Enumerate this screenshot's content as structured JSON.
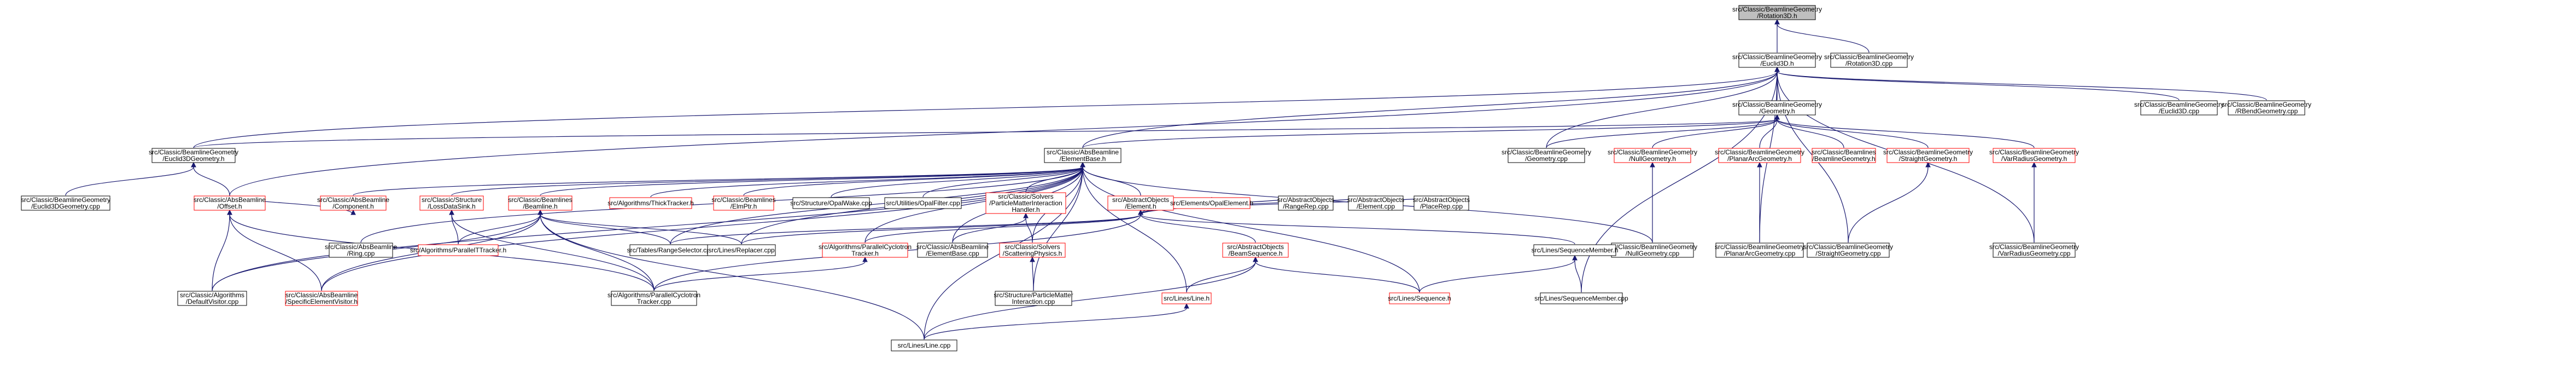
{
  "colors": {
    "edge": "#191970",
    "node_border": "#000000",
    "truncated_border": "#ff0000",
    "root_fill": "#bfbfbf"
  },
  "nodes": [
    {
      "id": "rotation",
      "lines": [
        "src/Classic/BeamlineGeometry",
        "/Rotation3D.h"
      ],
      "style": "root"
    },
    {
      "id": "euclid_h",
      "lines": [
        "src/Classic/BeamlineGeometry",
        "/Euclid3D.h"
      ],
      "style": "normal"
    },
    {
      "id": "rotation_cpp",
      "lines": [
        "src/Classic/BeamlineGeometry",
        "/Rotation3D.cpp"
      ],
      "style": "normal"
    },
    {
      "id": "geometry_h",
      "lines": [
        "src/Classic/BeamlineGeometry",
        "/Geometry.h"
      ],
      "style": "normal"
    },
    {
      "id": "euclid_cpp",
      "lines": [
        "src/Classic/BeamlineGeometry",
        "/Euclid3D.cpp"
      ],
      "style": "normal"
    },
    {
      "id": "rbend_cpp",
      "lines": [
        "src/Classic/BeamlineGeometry",
        "/RBendGeometry.cpp"
      ],
      "style": "normal"
    },
    {
      "id": "euclid3dgeom_h",
      "lines": [
        "src/Classic/BeamlineGeometry",
        "/Euclid3DGeometry.h"
      ],
      "style": "normal"
    },
    {
      "id": "elementbase_h",
      "lines": [
        "src/Classic/AbsBeamline",
        "/ElementBase.h"
      ],
      "style": "normal"
    },
    {
      "id": "geometry_cpp",
      "lines": [
        "src/Classic/BeamlineGeometry",
        "/Geometry.cpp"
      ],
      "style": "normal"
    },
    {
      "id": "nullgeom_h",
      "lines": [
        "src/Classic/BeamlineGeometry",
        "/NullGeometry.h"
      ],
      "style": "red"
    },
    {
      "id": "planararc_h",
      "lines": [
        "src/Classic/BeamlineGeometry",
        "/PlanarArcGeometry.h"
      ],
      "style": "red"
    },
    {
      "id": "srclines",
      "lines": [
        "src/Classic/Beamlines",
        "/BeamlineGeometry.h"
      ],
      "style": "red"
    },
    {
      "id": "straight_h",
      "lines": [
        "src/Classic/BeamlineGeometry",
        "/StraightGeometry.h"
      ],
      "style": "red"
    },
    {
      "id": "varradius_h",
      "lines": [
        "src/Classic/BeamlineGeometry",
        "/VarRadiusGeometry.h"
      ],
      "style": "red"
    },
    {
      "id": "euclid3dgeom_cpp",
      "lines": [
        "src/Classic/BeamlineGeometry",
        "/Euclid3DGeometry.cpp"
      ],
      "style": "normal"
    },
    {
      "id": "offset_h",
      "lines": [
        "src/Classic/AbsBeamline",
        "/Offset.h"
      ],
      "style": "red"
    },
    {
      "id": "component_h",
      "lines": [
        "src/Classic/AbsBeamline",
        "/Component.h"
      ],
      "style": "red"
    },
    {
      "id": "lossdatasink_h",
      "lines": [
        "src/Classic/Structure",
        "/LossDataSink.h"
      ],
      "style": "red"
    },
    {
      "id": "beamline_h",
      "lines": [
        "src/Classic/Beamlines",
        "/Beamline.h"
      ],
      "style": "red"
    },
    {
      "id": "thicktracker_h",
      "lines": [
        "src/Algorithms/ThickTracker.h"
      ],
      "style": "red"
    },
    {
      "id": "elmptr_h",
      "lines": [
        "src/Classic/Beamlines",
        "/ElmPtr.h"
      ],
      "style": "red"
    },
    {
      "id": "optwake_cpp",
      "lines": [
        "src/Structure/OpalWake.cpp"
      ],
      "style": "normal"
    },
    {
      "id": "opalfilter_cpp",
      "lines": [
        "src/Utilities/OpalFilter.cpp"
      ],
      "style": "normal"
    },
    {
      "id": "solvers_h",
      "lines": [
        "src/Classic/Solvers",
        "/ParticleMatterInteraction",
        "Handler.h"
      ],
      "style": "red"
    },
    {
      "id": "element_h",
      "lines": [
        "src/AbstractObjects",
        "/Element.h"
      ],
      "style": "red"
    },
    {
      "id": "nullgeom_cpp",
      "lines": [
        "src/Classic/BeamlineGeometry",
        "/NullGeometry.cpp"
      ],
      "style": "normal"
    },
    {
      "id": "planararc_cpp",
      "lines": [
        "src/Classic/BeamlineGeometry",
        "/PlanarArcGeometry.cpp"
      ],
      "style": "normal"
    },
    {
      "id": "straight_cpp",
      "lines": [
        "src/Classic/BeamlineGeometry",
        "/StraightGeometry.cpp"
      ],
      "style": "normal"
    },
    {
      "id": "varradius_cpp",
      "lines": [
        "src/Classic/BeamlineGeometry",
        "/VarRadiusGeometry.cpp"
      ],
      "style": "normal"
    },
    {
      "id": "ring_cpp",
      "lines": [
        "src/Classic/AbsBeamline",
        "/Ring.cpp"
      ],
      "style": "normal"
    },
    {
      "id": "paralleltt_h",
      "lines": [
        "src/Algorithms/ParallelTTracker.h"
      ],
      "style": "red"
    },
    {
      "id": "rangeselector_cpp",
      "lines": [
        "src/Tables/RangeSelector.cpp"
      ],
      "style": "normal"
    },
    {
      "id": "replacer_cpp",
      "lines": [
        "src/Lines/Replacer.cpp"
      ],
      "style": "normal"
    },
    {
      "id": "parallelcyc_h",
      "lines": [
        "src/Algorithms/ParallelCyclotron",
        "Tracker.h"
      ],
      "style": "red"
    },
    {
      "id": "elementbase_cpp",
      "lines": [
        "src/Classic/AbsBeamline",
        "/ElementBase.cpp"
      ],
      "style": "normal"
    },
    {
      "id": "scattering_h",
      "lines": [
        "src/Classic/Solvers",
        "/ScatteringPhysics.h"
      ],
      "style": "red"
    },
    {
      "id": "opalelement_h",
      "lines": [
        "src/Elements/OpalElement.h"
      ],
      "style": "red"
    },
    {
      "id": "beamsequence_h",
      "lines": [
        "src/AbstractObjects",
        "/BeamSequence.h"
      ],
      "style": "red"
    },
    {
      "id": "element_cpp",
      "lines": [
        "src/AbstractObjects",
        "/Element.cpp"
      ],
      "style": "normal"
    },
    {
      "id": "placerep_cpp",
      "lines": [
        "src/AbstractObjects",
        "/PlaceRep.cpp"
      ],
      "style": "normal"
    },
    {
      "id": "rangerep_cpp",
      "lines": [
        "src/AbstractObjects",
        "/RangeRep.cpp"
      ],
      "style": "normal"
    },
    {
      "id": "seqmember_h",
      "lines": [
        "src/Lines/SequenceMember.h"
      ],
      "style": "normal"
    },
    {
      "id": "defaultvisitor_cpp",
      "lines": [
        "src/Classic/Algorithms",
        "/DefaultVisitor.cpp"
      ],
      "style": "normal"
    },
    {
      "id": "specificvisitor_h",
      "lines": [
        "src/Classic/AbsBeamline",
        "/SpecificElementVisitor.h"
      ],
      "style": "red"
    },
    {
      "id": "parallelcyc_cpp",
      "lines": [
        "src/Algorithms/ParallelCyclotron",
        "Tracker.cpp"
      ],
      "style": "normal"
    },
    {
      "id": "structpmi_cpp",
      "lines": [
        "src/Structure/ParticleMatter",
        "Interaction.cpp"
      ],
      "style": "normal"
    },
    {
      "id": "line_h",
      "lines": [
        "src/Lines/Line.h"
      ],
      "style": "red"
    },
    {
      "id": "sequence_h",
      "lines": [
        "src/Lines/Sequence.h"
      ],
      "style": "red"
    },
    {
      "id": "seqmember_cpp",
      "lines": [
        "src/Lines/SequenceMember.cpp"
      ],
      "style": "normal"
    },
    {
      "id": "line_cpp",
      "lines": [
        "src/Lines/Line.cpp"
      ],
      "style": "normal"
    }
  ],
  "edges": [
    [
      "rotation",
      "euclid_h"
    ],
    [
      "rotation",
      "rotation_cpp"
    ],
    [
      "euclid_h",
      "geometry_h"
    ],
    [
      "euclid_h",
      "euclid_cpp"
    ],
    [
      "euclid_h",
      "rbend_cpp"
    ],
    [
      "euclid_h",
      "euclid3dgeom_h"
    ],
    [
      "euclid_h",
      "elementbase_h"
    ],
    [
      "euclid_h",
      "geometry_cpp"
    ],
    [
      "euclid_h",
      "planararc_cpp"
    ],
    [
      "euclid_h",
      "straight_cpp"
    ],
    [
      "euclid_h",
      "varradius_cpp"
    ],
    [
      "euclid_h",
      "offset_h"
    ],
    [
      "euclid_h",
      "seqmember_cpp"
    ],
    [
      "geometry_h",
      "geometry_cpp"
    ],
    [
      "geometry_h",
      "nullgeom_h"
    ],
    [
      "geometry_h",
      "planararc_h"
    ],
    [
      "geometry_h",
      "srclines"
    ],
    [
      "geometry_h",
      "straight_h"
    ],
    [
      "geometry_h",
      "varradius_h"
    ],
    [
      "geometry_h",
      "euclid3dgeom_h"
    ],
    [
      "geometry_h",
      "elementbase_h"
    ],
    [
      "nullgeom_h",
      "nullgeom_cpp"
    ],
    [
      "planararc_h",
      "planararc_cpp"
    ],
    [
      "straight_h",
      "straight_cpp"
    ],
    [
      "varradius_h",
      "varradius_cpp"
    ],
    [
      "euclid3dgeom_h",
      "euclid3dgeom_cpp"
    ],
    [
      "euclid3dgeom_h",
      "offset_h"
    ],
    [
      "elementbase_h",
      "component_h"
    ],
    [
      "elementbase_h",
      "lossdatasink_h"
    ],
    [
      "elementbase_h",
      "beamline_h"
    ],
    [
      "elementbase_h",
      "thicktracker_h"
    ],
    [
      "elementbase_h",
      "elmptr_h"
    ],
    [
      "elementbase_h",
      "optwake_cpp"
    ],
    [
      "elementbase_h",
      "opalfilter_cpp"
    ],
    [
      "elementbase_h",
      "solvers_h"
    ],
    [
      "elementbase_h",
      "element_h"
    ],
    [
      "elementbase_h",
      "nullgeom_cpp"
    ],
    [
      "elementbase_h",
      "ring_cpp"
    ],
    [
      "elementbase_h",
      "rangeselector_cpp"
    ],
    [
      "elementbase_h",
      "replacer_cpp"
    ],
    [
      "elementbase_h",
      "parallelcyc_h"
    ],
    [
      "elementbase_h",
      "elementbase_cpp"
    ],
    [
      "elementbase_h",
      "scattering_h"
    ],
    [
      "elementbase_h",
      "structpmi_cpp"
    ],
    [
      "elementbase_h",
      "line_h"
    ],
    [
      "elementbase_h",
      "sequence_h"
    ],
    [
      "elementbase_h",
      "defaultvisitor_cpp"
    ],
    [
      "elementbase_h",
      "specificvisitor_h"
    ],
    [
      "elementbase_h",
      "line_cpp"
    ],
    [
      "component_h",
      "offset_h"
    ],
    [
      "lossdatasink_h",
      "paralleltt_h"
    ],
    [
      "lossdatasink_h",
      "parallelcyc_cpp"
    ],
    [
      "beamline_h",
      "paralleltt_h"
    ],
    [
      "beamline_h",
      "rangeselector_cpp"
    ],
    [
      "beamline_h",
      "replacer_cpp"
    ],
    [
      "beamline_h",
      "parallelcyc_cpp"
    ],
    [
      "beamline_h",
      "specificvisitor_h"
    ],
    [
      "beamline_h",
      "defaultvisitor_cpp"
    ],
    [
      "beamline_h",
      "line_cpp"
    ],
    [
      "solvers_h",
      "scattering_h"
    ],
    [
      "solvers_h",
      "elementbase_cpp"
    ],
    [
      "scattering_h",
      "structpmi_cpp"
    ],
    [
      "parallelcyc_h",
      "parallelcyc_cpp"
    ],
    [
      "element_h",
      "rangeselector_cpp"
    ],
    [
      "element_h",
      "replacer_cpp"
    ],
    [
      "element_h",
      "parallelcyc_h"
    ],
    [
      "element_h",
      "rangerep_cpp"
    ],
    [
      "element_h",
      "opalelement_h"
    ],
    [
      "element_h",
      "beamsequence_h"
    ],
    [
      "element_h",
      "element_cpp"
    ],
    [
      "element_h",
      "placerep_cpp"
    ],
    [
      "element_h",
      "seqmember_h"
    ],
    [
      "element_h",
      "parallelcyc_cpp"
    ],
    [
      "beamsequence_h",
      "line_h"
    ],
    [
      "beamsequence_h",
      "sequence_h"
    ],
    [
      "beamsequence_h",
      "line_cpp"
    ],
    [
      "seqmember_h",
      "sequence_h"
    ],
    [
      "seqmember_h",
      "seqmember_cpp"
    ],
    [
      "line_h",
      "line_cpp"
    ],
    [
      "offset_h",
      "defaultvisitor_cpp"
    ],
    [
      "offset_h",
      "specificvisitor_h"
    ],
    [
      "offset_h",
      "parallelcyc_cpp"
    ]
  ]
}
